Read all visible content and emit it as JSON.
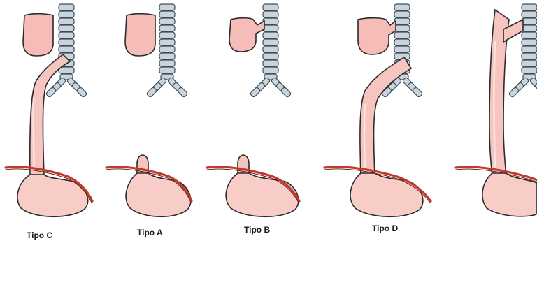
{
  "panels": [
    {
      "id": "c",
      "label": "Tipo C"
    },
    {
      "id": "a",
      "label": "Tipo A"
    },
    {
      "id": "b",
      "label": "Tipo B"
    },
    {
      "id": "d",
      "label": "Tipo D"
    },
    {
      "id": "e",
      "label": ""
    }
  ],
  "colors": {
    "tissue": "#f7c5c0",
    "trachea": "#c9d4dc",
    "diaphragm": "#c23a2c",
    "outline": "#2b2b2b"
  }
}
